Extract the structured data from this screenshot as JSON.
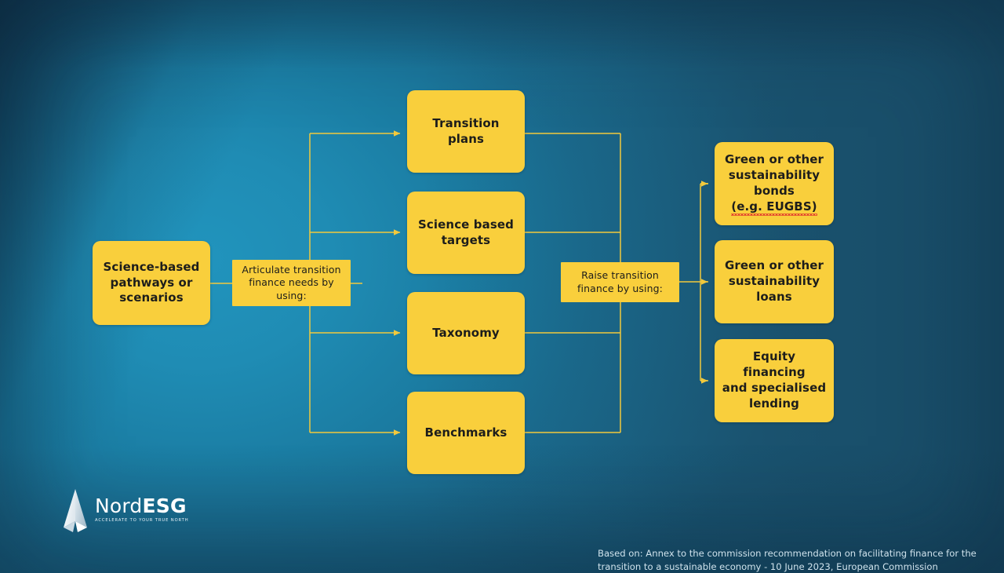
{
  "title": "Transition finance flow diagram",
  "colors": {
    "node_fill": "#f9cf3c",
    "node_text": "#1d1d1b",
    "connector": "#f2c93c",
    "background_bright": "#2194bd",
    "background_dark": "#1c5f7f",
    "spellcheck_underline": "#e23c2e",
    "caption_text": "#cfe2ec"
  },
  "nodes": {
    "start": {
      "label": "Science-based\npathways or\nscenarios",
      "lines": [
        "Science-based",
        "pathways or",
        "scenarios"
      ]
    },
    "articulate": {
      "label": "Articulate transition finance needs by using:",
      "lines": [
        "Articulate transition",
        "finance needs by",
        "using:"
      ]
    },
    "raise": {
      "label": "Raise transition finance by using:",
      "lines": [
        "Raise transition",
        "finance by using:"
      ]
    },
    "middle": [
      {
        "label": "Transition plans",
        "lines": [
          "Transition plans"
        ]
      },
      {
        "label": "Science based targets",
        "lines": [
          "Science based",
          "targets"
        ]
      },
      {
        "label": "Taxonomy",
        "lines": [
          "Taxonomy"
        ]
      },
      {
        "label": "Benchmarks",
        "lines": [
          "Benchmarks"
        ]
      }
    ],
    "right": [
      {
        "label": "Green or other sustainability bonds (e.g. EUGBS)",
        "lines": [
          "Green or other",
          "sustainability",
          "bonds"
        ],
        "spelled_line": "(e.g. EUGBS)"
      },
      {
        "label": "Green or other sustainability loans",
        "lines": [
          "Green or other",
          "sustainability",
          "loans"
        ]
      },
      {
        "label": "Equity financing and specialised lending",
        "lines": [
          "Equity financing",
          "and specialised",
          "lending"
        ]
      }
    ]
  },
  "logo": {
    "word_prefix": "Nord",
    "word_suffix": "ESG",
    "tagline": "ACCELERATE TO YOUR TRUE NORTH",
    "mark": "compass-needle-icon"
  },
  "caption": {
    "line1": "Based on: Annex to the commission recommendation on facilitating finance for the",
    "line2": "transition to a sustainable economy - 10 June 2023, European Commission"
  }
}
